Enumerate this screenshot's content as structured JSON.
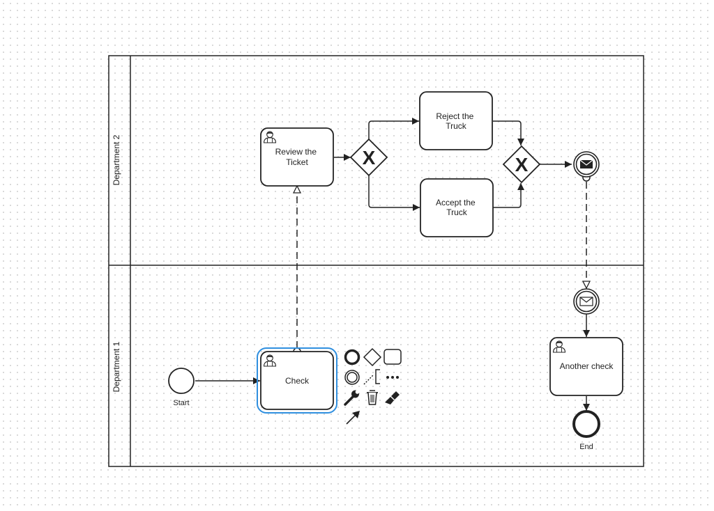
{
  "colors": {
    "stroke": "#222222",
    "selection": "#2f8fdf",
    "background": "#ffffff",
    "grid": "#d6d6d6"
  },
  "lanes": [
    {
      "label": "Department 2"
    },
    {
      "label": "Department 1"
    }
  ],
  "tasks": {
    "review": {
      "lines": [
        "Review the",
        "Ticket"
      ],
      "icon": "user-icon"
    },
    "reject": {
      "lines": [
        "Reject the",
        "Truck"
      ]
    },
    "accept": {
      "lines": [
        "Accept the",
        "Truck"
      ]
    },
    "check": {
      "lines": [
        "Check"
      ],
      "icon": "user-icon",
      "selected": true
    },
    "another": {
      "lines": [
        "Another check"
      ],
      "icon": "user-icon"
    }
  },
  "gateways": {
    "split": {
      "type": "exclusive",
      "marker": "X"
    },
    "merge": {
      "type": "exclusive",
      "marker": "X"
    }
  },
  "events": {
    "start": {
      "label": "Start"
    },
    "end": {
      "label": "End"
    },
    "message_throw": {
      "icon": "envelope-filled-icon"
    },
    "message_catch": {
      "icon": "envelope-outline-icon"
    }
  },
  "context_pad": [
    {
      "name": "append-end-event-icon"
    },
    {
      "name": "append-gateway-icon"
    },
    {
      "name": "append-task-icon"
    },
    {
      "name": "append-intermediate-event-icon"
    },
    {
      "name": "append-text-annotation-icon"
    },
    {
      "name": "more-options-icon"
    },
    {
      "name": "change-type-wrench-icon"
    },
    {
      "name": "delete-trash-icon"
    },
    {
      "name": "color-brush-icon"
    },
    {
      "name": "connect-arrow-icon"
    }
  ]
}
